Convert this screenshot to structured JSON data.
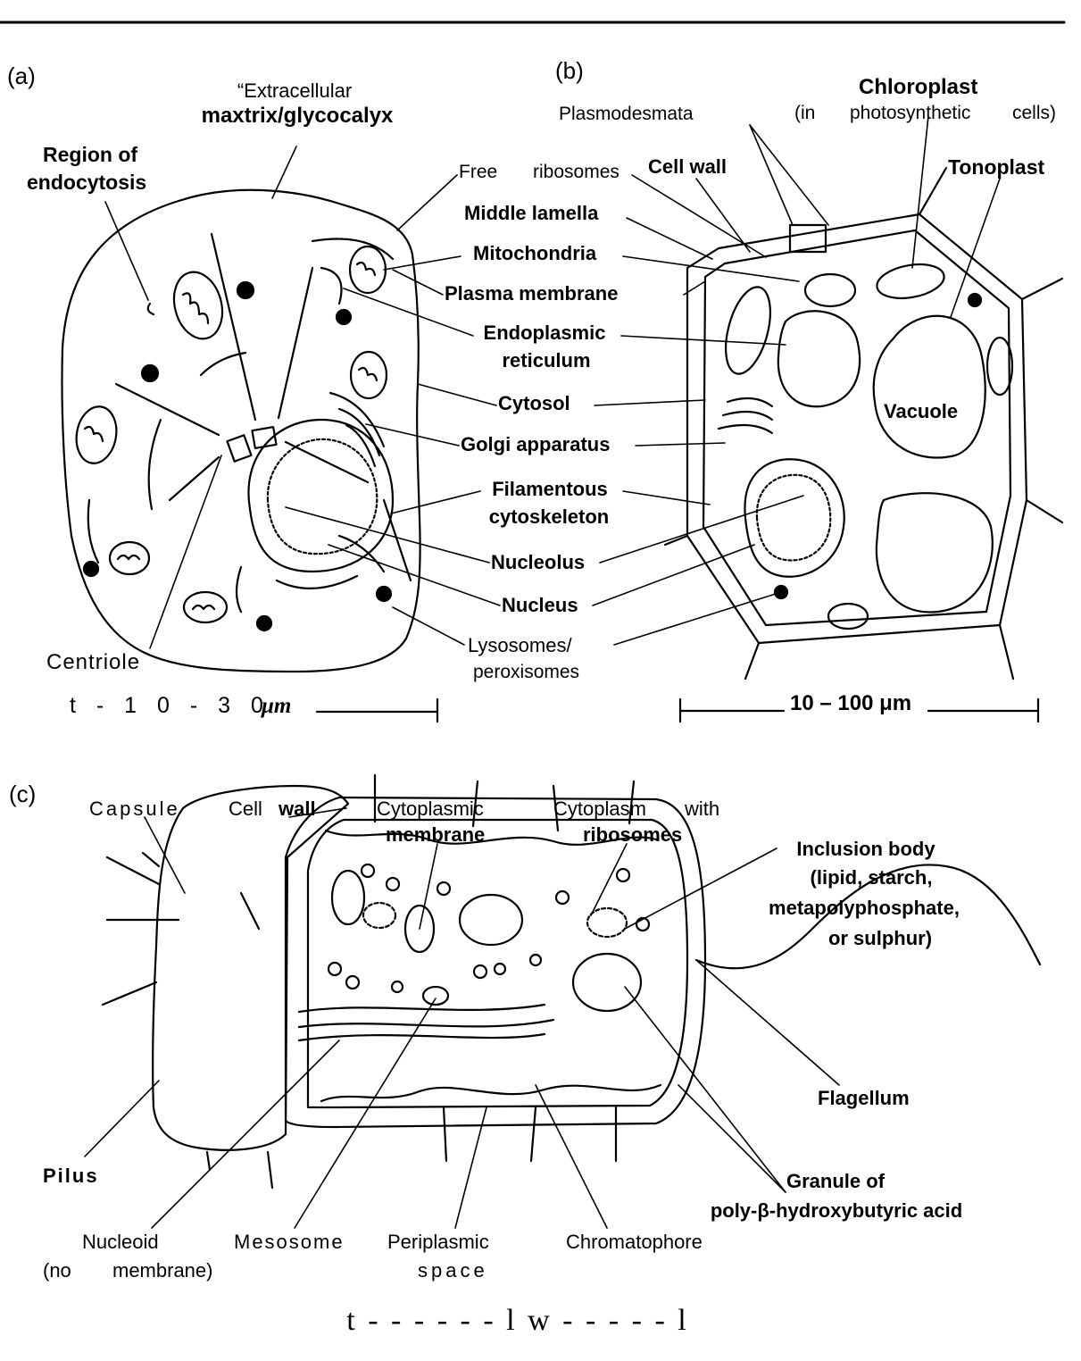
{
  "header": {
    "corner_text": ""
  },
  "panels": {
    "a": {
      "panel_label": "(a)",
      "labels": {
        "extracellular_line1": "“Extracellular",
        "extracellular_line2": "maxtrix/glycocalyx",
        "region_line1": "Region of",
        "region_line2": "endocytosis",
        "free_ribosomes_1": "Free",
        "free_ribosomes_2": "ribosomes",
        "middle_lamella": "Middle lamella",
        "mitochondria": "Mitochondria",
        "plasma_membrane": "Plasma membrane",
        "er_line1": "Endoplasmic",
        "er_line2": "reticulum",
        "cytosol": "Cytosol",
        "golgi": "Golgi apparatus",
        "cytoskeleton_line1": "Filamentous",
        "cytoskeleton_line2": "cytoskeleton",
        "nucleolus": "Nucleolus",
        "nucleus": "Nucleus",
        "lysosomes_line1": "Lysosomes/",
        "lysosomes_line2": "peroxisomes",
        "centriole": "Centriole"
      },
      "scale": "t - 1 0 - 3 0",
      "scale_unit": "μm"
    },
    "b": {
      "panel_label": "(b)",
      "labels": {
        "plasmodesmata": "Plasmodesmata",
        "chloroplast": "Chloroplast",
        "chloroplast_note_1": "(in",
        "chloroplast_note_2": "photosynthetic",
        "chloroplast_note_3": "cells)",
        "cell_wall": "Cell wall",
        "tonoplast": "Tonoplast",
        "vacuole": "Vacuole"
      },
      "scale": "10 – 100 μm"
    },
    "c": {
      "panel_label": "(c)",
      "labels": {
        "capsule": "Capsule",
        "cell_wall_1": "Cell",
        "cell_wall_2": "wall",
        "cyto_membrane_1": "Cytoplasmic",
        "cyto_membrane_2": "membrane",
        "cytoplasm_1": "Cytoplasm",
        "cytoplasm_2": "with",
        "cytoplasm_3": "ribosomes",
        "inclusion_1": "Inclusion body",
        "inclusion_2": "(lipid, starch,",
        "inclusion_3": "metapolyphosphate,",
        "inclusion_4": "or sulphur)",
        "flagellum": "Flagellum",
        "granule_1": "Granule of",
        "granule_2": "poly-β-hydroxybutyric acid",
        "pilus": "Pilus",
        "nucleoid_1": "Nucleoid",
        "nucleoid_2": "(no",
        "nucleoid_3": "membrane)",
        "mesosome": "Mesosome",
        "periplasmic_1": "Periplasmic",
        "periplasmic_2": "space",
        "chromatophore": "Chromatophore"
      },
      "scale": "t - - - - - - l   w - - - - - l"
    }
  }
}
